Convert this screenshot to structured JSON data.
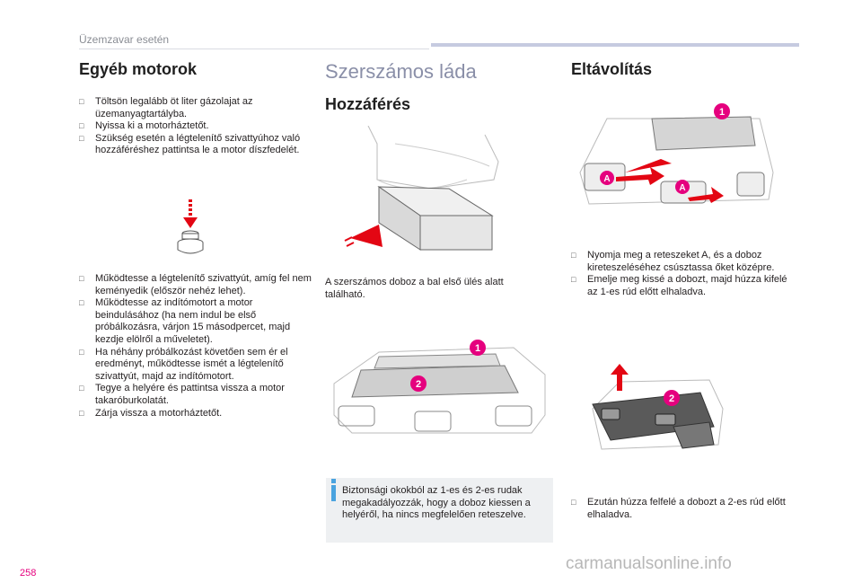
{
  "header": {
    "section": "Üzemzavar esetén"
  },
  "col1": {
    "title": "Egyéb motorok",
    "list1": [
      "Töltsön legalább öt liter gázolajat az üzemanyagtartályba.",
      "Nyissa ki a motorháztetőt.",
      "Szükség esetén a légtelenítő szivattyúhoz való hozzáféréshez pattintsa le a motor díszfedelét."
    ],
    "list2": [
      "Működtesse a légtelenítő szivattyút, amíg fel nem keményedik (először nehéz lehet).",
      "Működtesse az indítómotort a motor beindulásához (ha nem indul be első próbálkozásra, várjon 15 másodpercet, majd kezdje elölről a műveletet).",
      "Ha néhány próbálkozást követően sem ér el eredményt, működtesse ismét a légtelenítő szivattyút, majd az indítómotort.",
      "Tegye a helyére és pattintsa vissza a motor takaróburkolatát.",
      "Zárja vissza a motorháztetőt."
    ]
  },
  "col2": {
    "title": "Szerszámos láda",
    "subtitle": "Hozzáférés",
    "para": "A szerszámos doboz a bal első ülés alatt található.",
    "badge1": "1",
    "badge2": "2",
    "info": "Biztonsági okokból az 1-es és 2-es rudak megakadályozzák, hogy a doboz kiessen a helyéről, ha nincs megfelelően reteszelve."
  },
  "col3": {
    "title": "Eltávolítás",
    "list1": [
      "Nyomja meg a reteszeket A, és a doboz kireteszeléséhez csúsztassa őket középre.",
      "Emelje meg kissé a dobozt, majd húzza kifelé az 1-es rúd előtt elhaladva."
    ],
    "list2": [
      "Ezután húzza felfelé a dobozt a 2-es rúd előtt elhaladva."
    ],
    "badge1": "1",
    "badgeA": "A",
    "badge2": "2"
  },
  "footer": {
    "page": "258",
    "watermark": "carmanualsonline.info"
  },
  "colors": {
    "badge": "#e5007e",
    "arrow": "#e30613",
    "accent": "#4aa3df"
  }
}
